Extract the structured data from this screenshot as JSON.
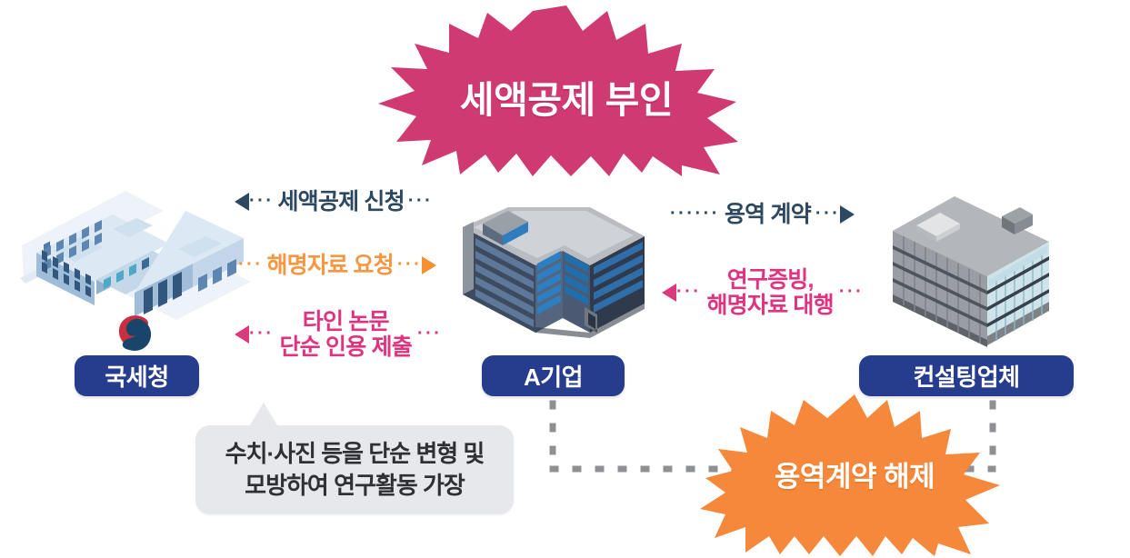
{
  "diagram": {
    "title_burst": {
      "label": "세액공제 부인",
      "color": "#cf3a72",
      "text_color": "#ffffff"
    },
    "bottom_burst": {
      "label": "용역계약 해제",
      "color": "#f5883a",
      "text_color": "#ffffff"
    },
    "nodes": [
      {
        "id": "nts",
        "label": "국세청",
        "icon": "government-building-icon",
        "badge": "taegeuk-logo-icon",
        "color": "#253d8c"
      },
      {
        "id": "corp",
        "label": "A기업",
        "icon": "corporate-building-icon",
        "color": "#253d8c"
      },
      {
        "id": "consult",
        "label": "컨설팅업체",
        "icon": "office-building-icon",
        "color": "#253d8c"
      }
    ],
    "flows": [
      {
        "id": "apply",
        "label": "세액공제 신청",
        "direction": "left",
        "color": "#2d4961",
        "from": "corp",
        "to": "nts"
      },
      {
        "id": "request",
        "label": "해명자료 요청",
        "direction": "right",
        "color": "#f79640",
        "from": "nts",
        "to": "corp"
      },
      {
        "id": "cite",
        "label": "타인 논문\n단순 인용 제출",
        "line1": "타인 논문",
        "line2": "단순 인용 제출",
        "direction": "left",
        "color": "#e0337f",
        "from": "corp",
        "to": "nts"
      },
      {
        "id": "contract",
        "label": "용역 계약",
        "direction": "right",
        "color": "#2d4961",
        "from": "corp",
        "to": "consult"
      },
      {
        "id": "proxy",
        "label": "연구증빙,\n해명자료 대행",
        "line1": "연구증빙,",
        "line2": "해명자료 대행",
        "direction": "left",
        "color": "#e0337f",
        "from": "consult",
        "to": "corp"
      }
    ],
    "callout": {
      "line1": "수치·사진 등을 단순 변형 및",
      "line2": "모방하여 연구활동 가장",
      "bg": "#e6e8eb",
      "text_color": "#2e3033"
    },
    "dots_symbol": "···"
  }
}
